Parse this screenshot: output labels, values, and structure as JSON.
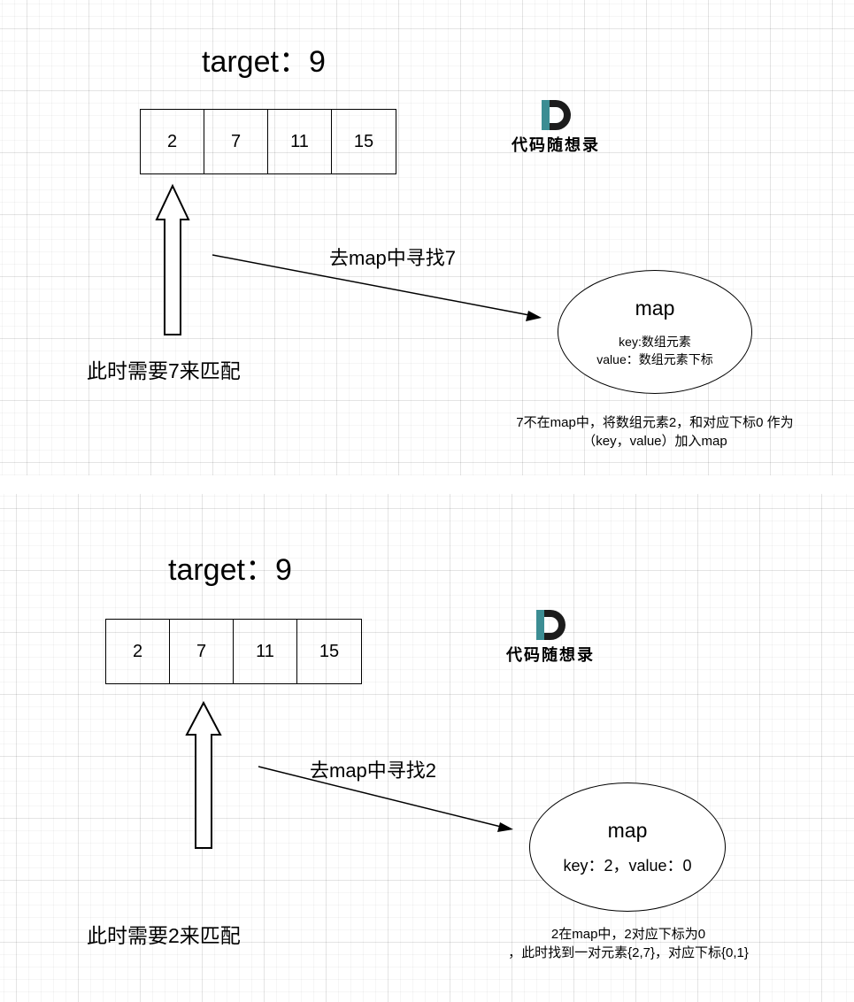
{
  "panels": [
    {
      "target_text": "target：9",
      "array": [
        "2",
        "7",
        "11",
        "15"
      ],
      "search_text": "去map中寻找7",
      "pointer_label": "此时需要7来匹配",
      "map": {
        "title": "map",
        "lines": [
          "key:数组元素",
          "value：数组元素下标"
        ]
      },
      "note_lines": [
        "7不在map中，将数组元素2，和对应下标0 作为",
        "（key，value）加入map"
      ],
      "logo_text": "代码随想录"
    },
    {
      "target_text": "target：9",
      "array": [
        "2",
        "7",
        "11",
        "15"
      ],
      "search_text": "去map中寻找2",
      "pointer_label": "此时需要2来匹配",
      "map": {
        "title": "map",
        "lines": [
          "key：2，value：0"
        ]
      },
      "note_lines": [
        "2在map中，2对应下标为0",
        "，此时找到一对元素{2,7}，对应下标{0,1}"
      ],
      "logo_text": "代码随想录"
    }
  ],
  "colors": {
    "logo_dark": "#1c1c1c",
    "logo_accent": "#3c8d93",
    "grid": "#dcdcdc"
  }
}
